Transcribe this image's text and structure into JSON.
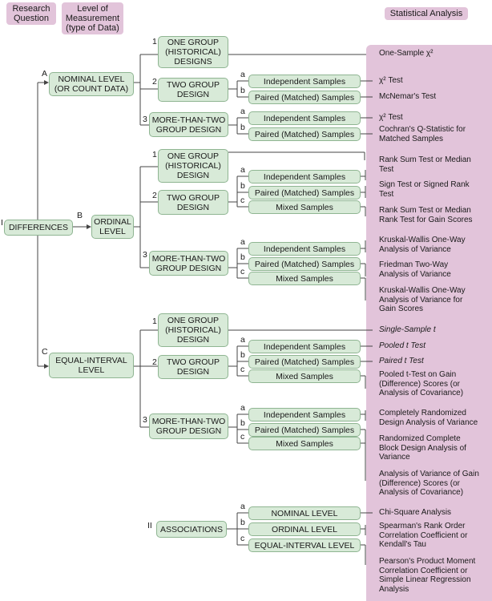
{
  "headers": {
    "research_question": "Research\nQuestion",
    "level_of_measurement": "Level of\nMeasurement\n(type of Data)",
    "statistical_analysis": "Statistical Analysis"
  },
  "roots": {
    "differences": {
      "num": "I",
      "label": "DIFFERENCES"
    },
    "associations": {
      "num": "II",
      "label": "ASSOCIATIONS"
    }
  },
  "levels": {
    "nominal": {
      "letter": "A",
      "label": "NOMINAL LEVEL\n(OR COUNT DATA)"
    },
    "ordinal": {
      "letter": "B",
      "label": "ORDINAL\nLEVEL"
    },
    "interval": {
      "letter": "C",
      "label": "EQUAL-INTERVAL\nLEVEL"
    }
  },
  "designs": {
    "one_group": "ONE GROUP\n(HISTORICAL)\nDESIGNS",
    "one_group_b": "ONE GROUP\n(HISTORICAL)\nDESIGN",
    "two_group": "TWO GROUP\nDESIGN",
    "more_than_two": "MORE-THAN-TWO\nGROUP DESIGN",
    "n1": "1",
    "n2": "2",
    "n3": "3"
  },
  "samples": {
    "independent": "Independent Samples",
    "paired": "Paired (Matched) Samples",
    "mixed": "Mixed Samples",
    "a": "a",
    "b": "b",
    "c": "c"
  },
  "assoc_levels": {
    "nominal": "NOMINAL LEVEL",
    "ordinal": "ORDINAL LEVEL",
    "interval": "EQUAL-INTERVAL LEVEL"
  },
  "results": {
    "one_sample_chi": "One-Sample χ²",
    "chi_test_1": "χ² Test",
    "mcnemar": "McNemar's Test",
    "chi_test_2": "χ² Test",
    "cochran": "Cochran's Q-Statistic for\nMatched Samples",
    "rank_sum_median": "Rank Sum Test or Median\nTest",
    "sign_test": "Sign Test or Signed Rank\nTest",
    "rank_sum_gain": "Rank Sum Test or Median\nRank Test for Gain Scores",
    "kruskal_1": "Kruskal-Wallis One-Way\nAnalysis of Variance",
    "friedman": "Friedman Two-Way\nAnalysis of Variance",
    "kruskal_2": "Kruskal-Wallis One-Way\nAnalysis of Variance for\nGain Scores",
    "single_sample_t": "Single-Sample t",
    "pooled_t": "Pooled t Test",
    "paired_t": "Paired t Test",
    "pooled_gain": "Pooled t-Test on Gain\n(Difference) Scores (or\nAnalysis of Covariance)",
    "crd": "Completely Randomized\nDesign Analysis of Variance",
    "rcb": "Randomized Complete\nBlock Design Analysis of\nVariance",
    "anova_gain": "Analysis of Variance of Gain\n(Difference) Scores (or\nAnalysis of Covariance)",
    "chi_square": "Chi-Square Analysis",
    "spearman": "Spearman's Rank Order\nCorrelation Coefficient or\nKendall's Tau",
    "pearson": "Pearson's Product Moment\nCorrelation Coefficient or\nSimple Linear Regression\nAnalysis"
  }
}
